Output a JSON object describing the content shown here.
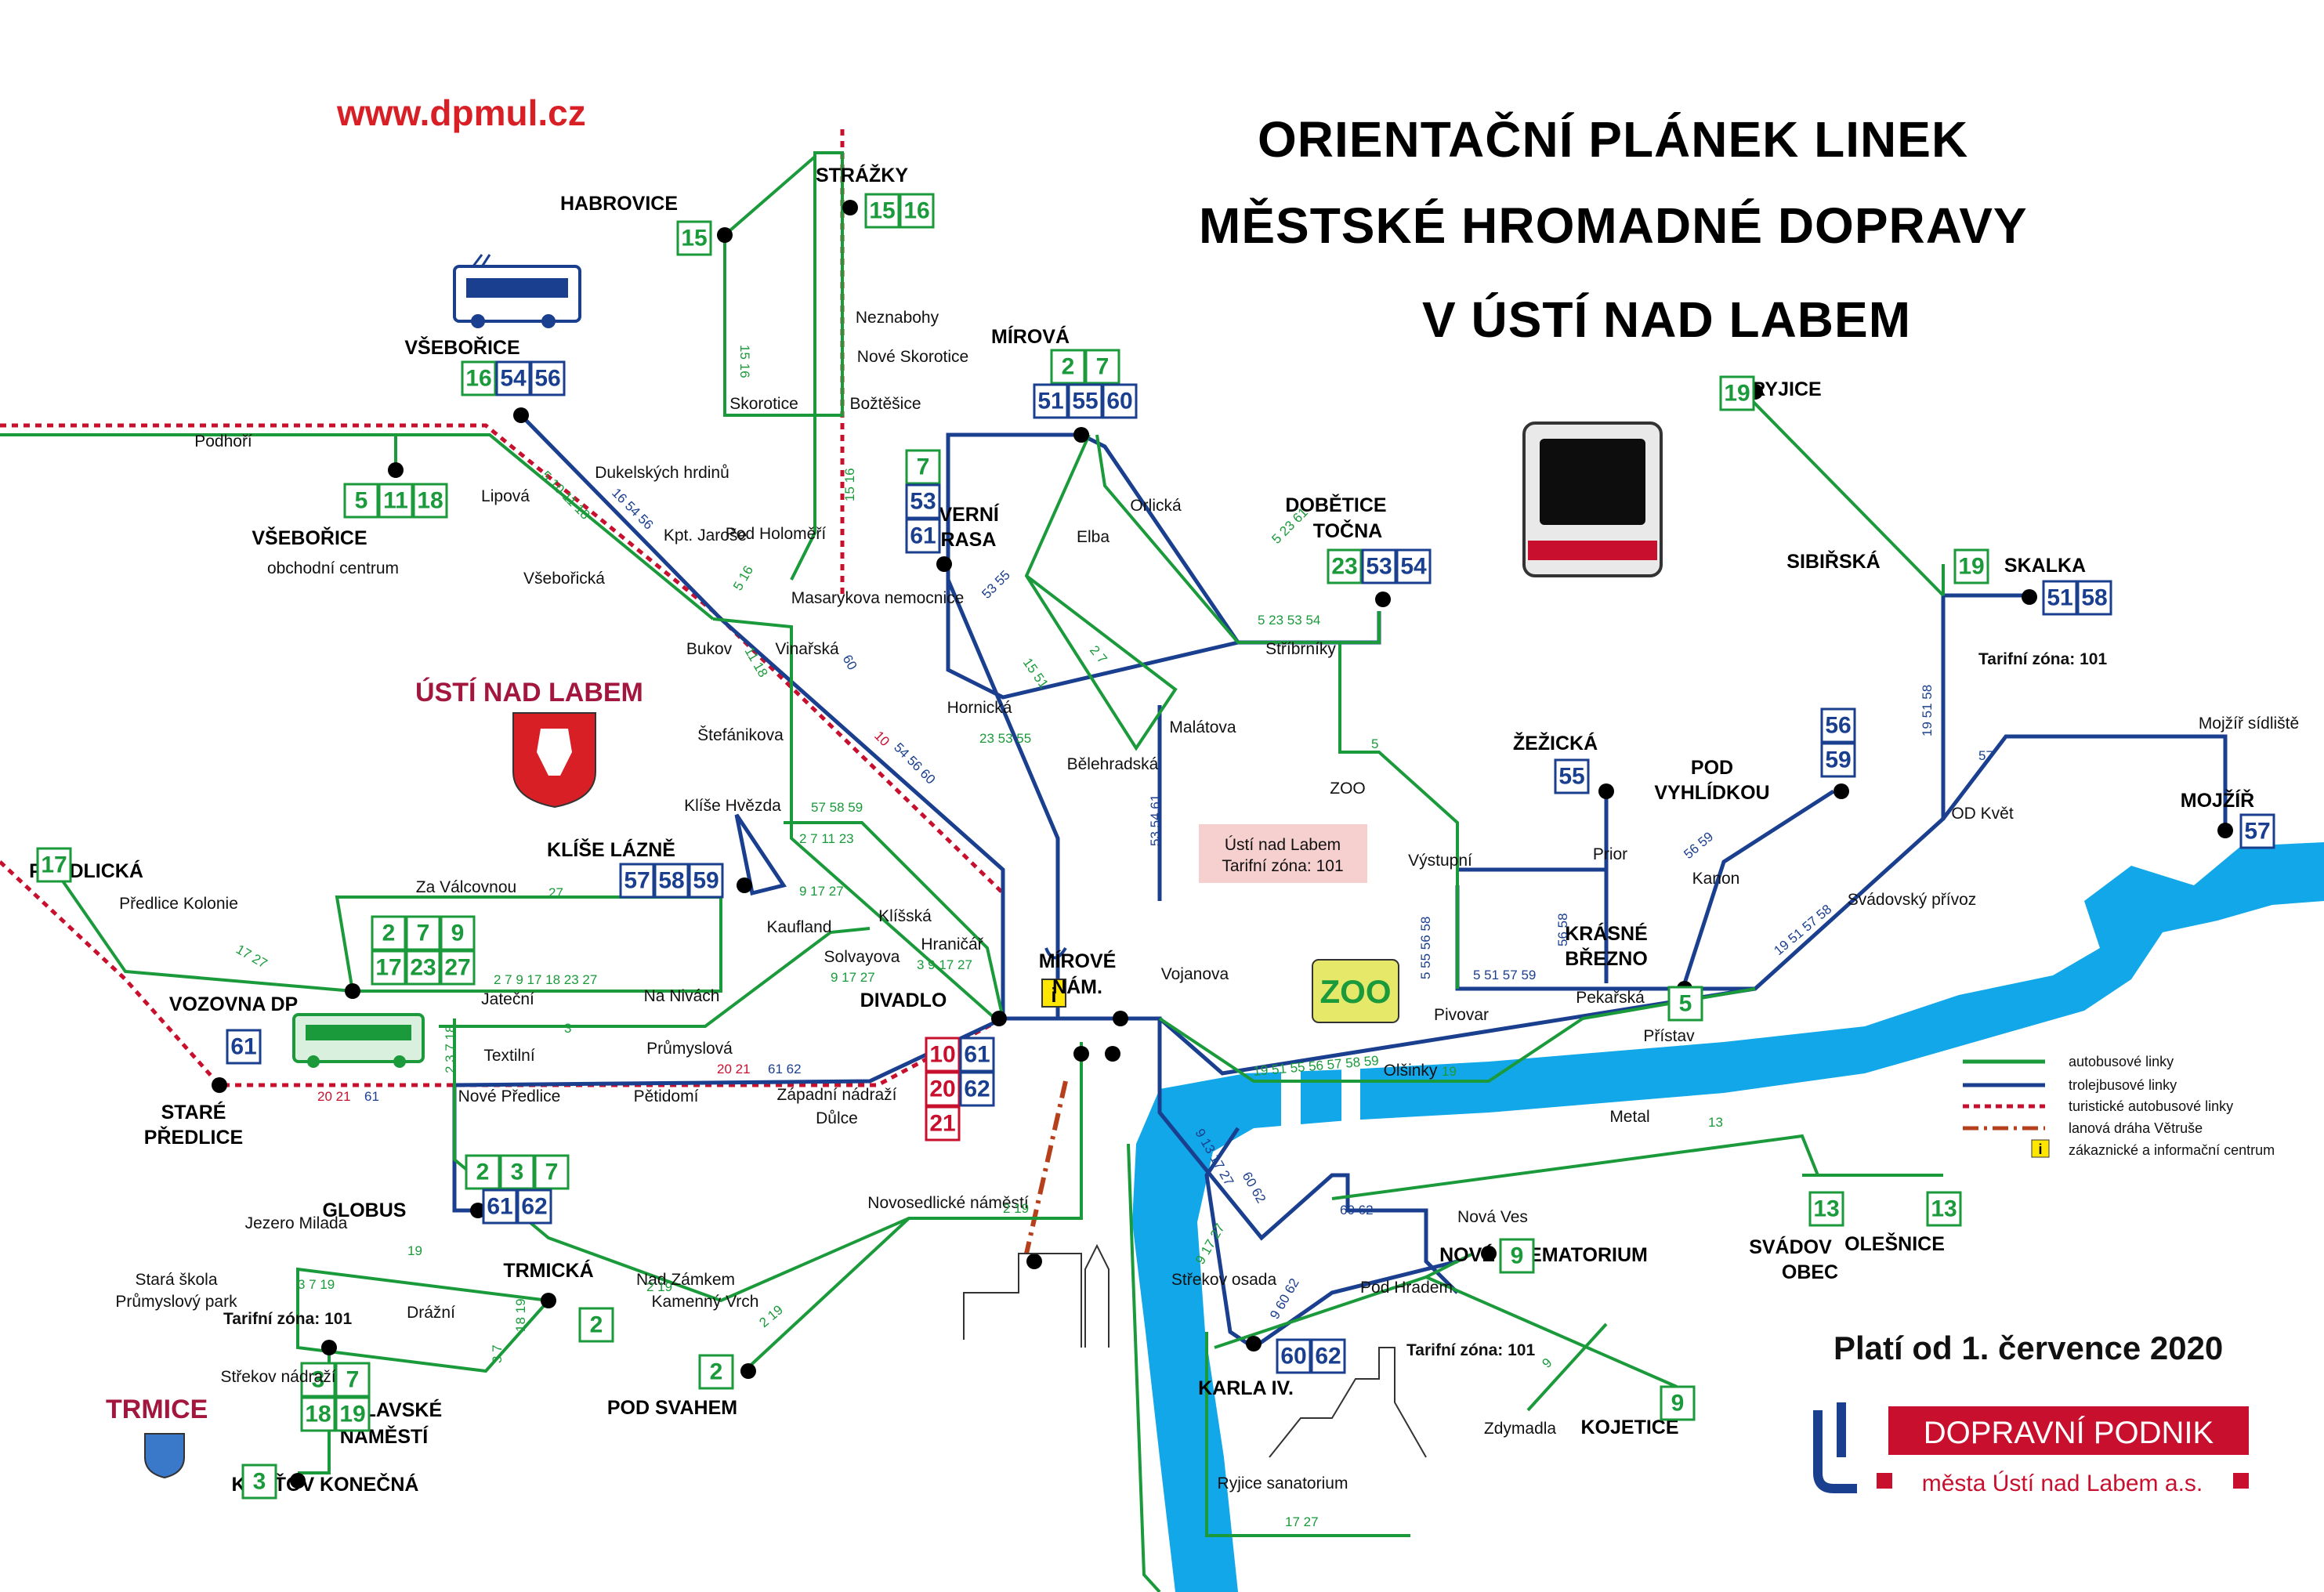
{
  "url": "www.dpmul.cz",
  "title": [
    "ORIENTAČNÍ PLÁNEK LINEK",
    "MĚSTSKÉ HROMADNÉ DOPRAVY",
    "V ÚSTÍ NAD LABEM"
  ],
  "city_name": "ÚSTÍ NAD LABEM",
  "trmice_name": "TRMICE",
  "zone_box": [
    "Ústí nad Labem",
    "Tarifní zóna: 101"
  ],
  "zone_labels": [
    "Tarifní zóna: 101",
    "Tarifní zóna: 101",
    "Tarifní zóna: 101"
  ],
  "valid_from": "Platí od 1. července 2020",
  "operator": {
    "line1": "DOPRAVNÍ PODNIK",
    "line2": "města Ústí nad Labem a.s."
  },
  "colors": {
    "bus": "#1a9a3a",
    "trolley": "#1b3f8f",
    "tourist": "#c8102e",
    "cable": "#b5401b",
    "river": "#12a7e8",
    "info": "#ffe600"
  },
  "legend": [
    {
      "label": "autobusové linky",
      "style": "bus"
    },
    {
      "label": "trolejbusové linky",
      "style": "trolley"
    },
    {
      "label": "turistické autobusové linky",
      "style": "tourist"
    },
    {
      "label": "lanová dráha Větruše",
      "style": "cable"
    },
    {
      "label": "zákaznické a informační centrum",
      "style": "info"
    }
  ],
  "terminals": [
    {
      "name": "HABROVICE",
      "lines": [
        {
          "n": "15",
          "c": "g"
        }
      ]
    },
    {
      "name": "STRÁŽKY",
      "lines": [
        {
          "n": "15",
          "c": "g"
        },
        {
          "n": "16",
          "c": "g"
        }
      ]
    },
    {
      "name": "VŠEBOŘICE",
      "lines": [
        {
          "n": "16",
          "c": "g"
        },
        {
          "n": "54",
          "c": "b"
        },
        {
          "n": "56",
          "c": "b"
        }
      ]
    },
    {
      "name": "VŠEBOŘICE",
      "sub": "obchodní centrum",
      "lines": [
        {
          "n": "5",
          "c": "g"
        },
        {
          "n": "11",
          "c": "g"
        },
        {
          "n": "18",
          "c": "g"
        }
      ]
    },
    {
      "name": "MÍROVÁ",
      "lines": [
        {
          "n": "2",
          "c": "g"
        },
        {
          "n": "7",
          "c": "g"
        },
        {
          "n": "51",
          "c": "b"
        },
        {
          "n": "55",
          "c": "b"
        },
        {
          "n": "60",
          "c": "b"
        }
      ]
    },
    {
      "name": "SEVERNÍ",
      "sub": "TERASA",
      "lines": [
        {
          "n": "7",
          "c": "g"
        },
        {
          "n": "53",
          "c": "b"
        },
        {
          "n": "61",
          "c": "b"
        }
      ]
    },
    {
      "name": "DOBĚTICE",
      "sub": "TOČNA",
      "lines": [
        {
          "n": "23",
          "c": "g"
        },
        {
          "n": "53",
          "c": "b"
        },
        {
          "n": "54",
          "c": "b"
        }
      ]
    },
    {
      "name": "RYJICE",
      "lines": [
        {
          "n": "19",
          "c": "g"
        }
      ]
    },
    {
      "name": "SIBIŘSKÁ",
      "lines": [
        {
          "n": "19",
          "c": "g"
        }
      ]
    },
    {
      "name": "SKALKA",
      "lines": [
        {
          "n": "51",
          "c": "b"
        },
        {
          "n": "58",
          "c": "b"
        }
      ]
    },
    {
      "name": "ŽEŽICKÁ",
      "lines": [
        {
          "n": "55",
          "c": "b"
        }
      ]
    },
    {
      "name": "POD",
      "sub": "VYHLÍDKOU",
      "lines": [
        {
          "n": "56",
          "c": "b"
        },
        {
          "n": "59",
          "c": "b"
        }
      ]
    },
    {
      "name": "MOJŽÍŘ",
      "lines": [
        {
          "n": "57",
          "c": "b"
        }
      ]
    },
    {
      "name": "KRÁSNÉ",
      "sub": "BŘEZNO",
      "lines": [
        {
          "n": "5",
          "c": "g"
        }
      ]
    },
    {
      "name": "KLÍŠE LÁZNĚ",
      "lines": [
        {
          "n": "57",
          "c": "b"
        },
        {
          "n": "58",
          "c": "b"
        },
        {
          "n": "59",
          "c": "b"
        }
      ]
    },
    {
      "name": "PŘEDLICKÁ",
      "lines": [
        {
          "n": "17",
          "c": "g"
        }
      ]
    },
    {
      "name": "VOZOVNA DP",
      "lines": [
        {
          "n": "2",
          "c": "g"
        },
        {
          "n": "7",
          "c": "g"
        },
        {
          "n": "9",
          "c": "g"
        },
        {
          "n": "17",
          "c": "g"
        },
        {
          "n": "23",
          "c": "g"
        },
        {
          "n": "27",
          "c": "g"
        }
      ]
    },
    {
      "name": "STARÉ",
      "sub": "PŘEDLICE",
      "lines": [
        {
          "n": "61",
          "c": "b"
        }
      ]
    },
    {
      "name": "DIVADLO",
      "lines": [
        {
          "n": "10",
          "c": "r"
        },
        {
          "n": "61",
          "c": "b"
        },
        {
          "n": "20",
          "c": "r"
        },
        {
          "n": "62",
          "c": "b"
        },
        {
          "n": "21",
          "c": "r"
        }
      ]
    },
    {
      "name": "MÍROVÉ",
      "sub": "NÁM.",
      "lines": []
    },
    {
      "name": "GLOBUS",
      "lines": [
        {
          "n": "2",
          "c": "g"
        },
        {
          "n": "3",
          "c": "g"
        },
        {
          "n": "7",
          "c": "g"
        },
        {
          "n": "61",
          "c": "b"
        },
        {
          "n": "62",
          "c": "b"
        }
      ]
    },
    {
      "name": "TRMICKÁ",
      "lines": [
        {
          "n": "2",
          "c": "g"
        }
      ]
    },
    {
      "name": "POD SVAHEM",
      "lines": [
        {
          "n": "2",
          "c": "g"
        }
      ]
    },
    {
      "name": "VÁCLAVSKÉ",
      "sub": "NÁMĚSTÍ",
      "lines": [
        {
          "n": "3",
          "c": "g"
        },
        {
          "n": "7",
          "c": "g"
        },
        {
          "n": "18",
          "c": "g"
        },
        {
          "n": "19",
          "c": "g"
        }
      ]
    },
    {
      "name": "KOŠŤOV KONEČNÁ",
      "lines": [
        {
          "n": "3",
          "c": "g"
        }
      ]
    },
    {
      "name": "NOVÉ KREMATORIUM",
      "lines": [
        {
          "n": "9",
          "c": "g"
        }
      ]
    },
    {
      "name": "SVÁDOV",
      "sub": "OBEC",
      "lines": [
        {
          "n": "13",
          "c": "g"
        }
      ]
    },
    {
      "name": "OLEŠNICE",
      "lines": [
        {
          "n": "13",
          "c": "g"
        }
      ]
    },
    {
      "name": "KARLA IV.",
      "lines": [
        {
          "n": "60",
          "c": "b"
        },
        {
          "n": "62",
          "c": "b"
        }
      ]
    },
    {
      "name": "KOJETICE",
      "lines": [
        {
          "n": "9",
          "c": "g"
        }
      ]
    }
  ],
  "stops": [
    "Podhoří",
    "Lipová",
    "Všebořická",
    "Dukelských hrdinů",
    "Kpt. Jaroše",
    "Pod Holoměří",
    "Bukov",
    "Vinařská",
    "Masarykova nemocnice",
    "Skorotice",
    "Božtěšice",
    "Neznabohy",
    "Nové Skorotice",
    "Orlická",
    "Elba",
    "Stříbrníky",
    "Hornická",
    "Bělehradská",
    "Malátova",
    "Štefánikova",
    "Klíše Hvězda",
    "ZOO",
    "Výstupní",
    "Prior",
    "Kanon",
    "Mojžíř sídliště",
    "OD Květ",
    "Svádovský přívoz",
    "Předlice Kolonie",
    "Za Válcovnou",
    "Kaufland",
    "Klíšská",
    "Hraničář",
    "Solvayova",
    "Na Nivách",
    "Jateční",
    "Průmyslová",
    "Textilní",
    "Nové Předlice",
    "Pětidomí",
    "Západní nádraží",
    "Důlce",
    "Vojanova",
    "Pivovar",
    "Pekařská",
    "Přístav",
    "Olšinky",
    "Metal",
    "Jezero Milada",
    "Stará škola",
    "Průmyslový park",
    "Drážní",
    "Nad Zámkem",
    "Kamenný Vrch",
    "Novosedlické náměstí",
    "Střekov nádraží",
    "Nová Ves",
    "Pod Hradem",
    "Střekov osada",
    "Zdymadla",
    "Ryjice sanatorium"
  ]
}
